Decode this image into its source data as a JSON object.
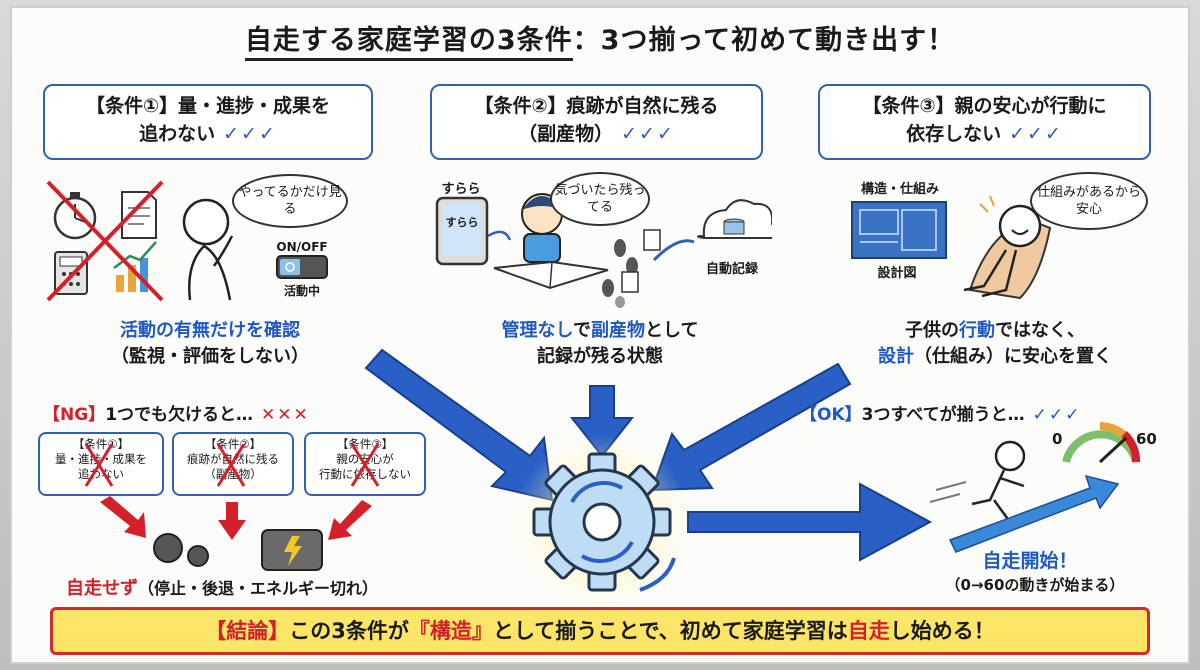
{
  "title": {
    "part1": "自走する家庭学習の3条件",
    "part2": "：3つ揃って初めて動き出す！"
  },
  "conditions": [
    {
      "tag": "【条件①】",
      "line1": "量・進捗・成果を",
      "line2": "追わない",
      "check": "✓✓✓"
    },
    {
      "tag": "【条件②】",
      "line1": "痕跡が自然に残る",
      "line2": "（副産物）",
      "check": "✓✓✓"
    },
    {
      "tag": "【条件③】",
      "line1": "親の安心が行動に",
      "line2": "依存しない",
      "check": "✓✓✓"
    }
  ],
  "panel1": {
    "bubble": "やってるかだけ見る",
    "toggle_label": "ON/OFF",
    "toggle_status": "活動中",
    "caption_line1": "活動の有無だけを確認",
    "caption_line2": "（監視・評価をしない）"
  },
  "panel2": {
    "tablet_top": "すらら",
    "tablet_screen": "すらら",
    "bubble": "気づいたら残ってる",
    "record_label": "自動記録",
    "caption_a": "管理なし",
    "caption_b": "で",
    "caption_c": "副産物",
    "caption_d": "として",
    "caption_line2": "記録が残る状態"
  },
  "panel3": {
    "blueprint_top": "構造・仕組み",
    "blueprint_label": "設計図",
    "bubble": "仕組みがあるから安心",
    "caption_a": "子供の",
    "caption_b": "行動",
    "caption_c": "ではなく、",
    "caption_d": "設計",
    "caption_e": "（仕組み）に安心を置く"
  },
  "ng": {
    "header_tag": "【NG】",
    "header_text": "1つでも欠けると…",
    "crosses": "✕✕✕",
    "boxes": [
      {
        "tag": "【条件①】",
        "line1": "量・進捗・成果を",
        "line2": "追わない"
      },
      {
        "tag": "【条件②】",
        "line1": "痕跡が自然に残る",
        "line2": "（副産物）"
      },
      {
        "tag": "【条件③】",
        "line1": "親の安心が",
        "line2": "行動に依存しない"
      }
    ],
    "result_red": "自走せず",
    "result_rest": "（停止・後退・エネルギー切れ）"
  },
  "ok": {
    "header_tag": "【OK】",
    "header_text": "3つすべてが揃うと…",
    "checks": "✓✓✓",
    "gauge_min": "0",
    "gauge_max": "60",
    "result": "自走開始！",
    "result_sub": "（0→60の動きが始まる）"
  },
  "conclusion": {
    "tag": "【結論】",
    "a": "この3条件が",
    "b": "『構造』",
    "c": "として揃うことで、初めて家庭学習は",
    "d": "自走",
    "e": "し始める！"
  },
  "colors": {
    "accent_blue": "#1f59c4",
    "box_border": "#2f62b4",
    "red": "#d4202a",
    "conclusion_bg": "#fde667"
  }
}
